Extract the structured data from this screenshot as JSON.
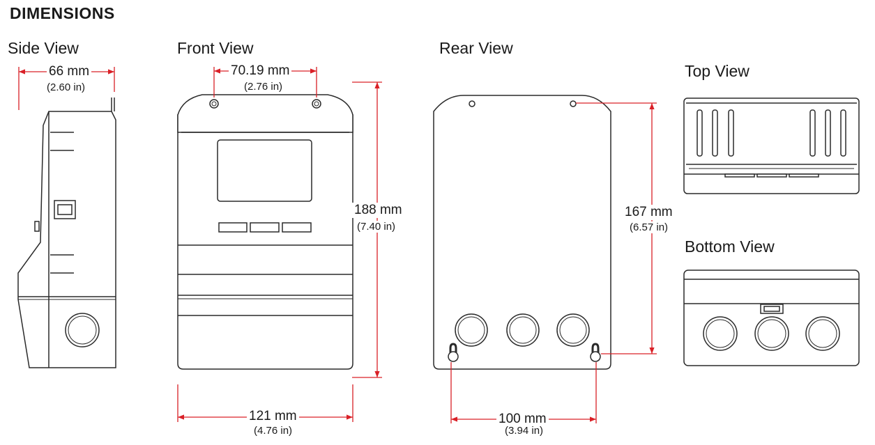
{
  "heading": "DIMENSIONS",
  "views": {
    "side": "Side View",
    "front": "Front View",
    "rear": "Rear View",
    "top": "Top View",
    "bottom": "Bottom View"
  },
  "dimensions": {
    "side_depth": {
      "metric": "66 mm",
      "imperial": "(2.60 in)"
    },
    "front_mount_spacing": {
      "metric": "70.19 mm",
      "imperial": "(2.76 in)"
    },
    "front_height": {
      "metric": "188 mm",
      "imperial": "(7.40 in)"
    },
    "front_width": {
      "metric": "121 mm",
      "imperial": "(4.76 in)"
    },
    "rear_mount_height": {
      "metric": "167 mm",
      "imperial": "(6.57 in)"
    },
    "rear_mount_width": {
      "metric": "100 mm",
      "imperial": "(3.94 in)"
    }
  },
  "colors": {
    "dimension_line": "#d92027",
    "outline": "#2a2a2a"
  }
}
